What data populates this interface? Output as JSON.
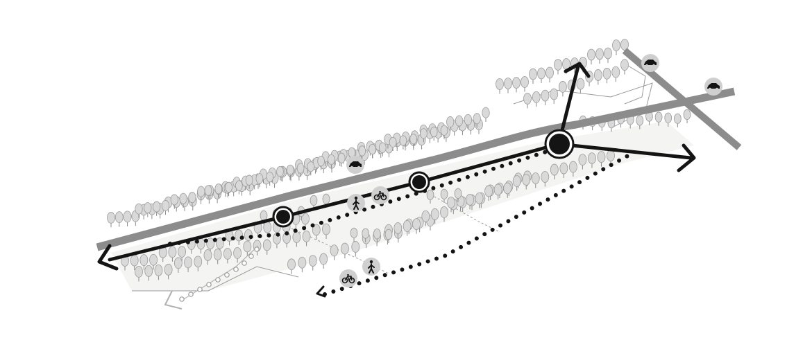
{
  "diagram": {
    "type": "site-circulation-axonometric",
    "legend_modes": [
      "car-icon",
      "pedestrian-icon",
      "bicycle-icon"
    ],
    "colors": {
      "background": "#ffffff",
      "road": "#8c8c8c",
      "main_route": "#141414",
      "dotted_route": "#141414",
      "trees": "#d9d9d9",
      "icon_badge": "#cfcfcf"
    },
    "nodes": [
      {
        "name": "node-west",
        "size": "small"
      },
      {
        "name": "node-middle",
        "size": "small"
      },
      {
        "name": "node-east-hub",
        "size": "large"
      }
    ],
    "routes": [
      {
        "name": "main-solid-route",
        "style": "solid"
      },
      {
        "name": "upper-dotted-route",
        "style": "dotted"
      },
      {
        "name": "lower-dotted-route",
        "style": "dotted"
      },
      {
        "name": "faint-dotted-route",
        "style": "hollow-dots"
      }
    ],
    "icons": [
      {
        "name": "car-icon",
        "where": "along-road-middle"
      },
      {
        "name": "car-icon",
        "where": "top-right-road"
      },
      {
        "name": "car-icon",
        "where": "cross-road"
      },
      {
        "name": "pedestrian-icon",
        "where": "upper-dotted-route"
      },
      {
        "name": "bicycle-icon",
        "where": "upper-dotted-route"
      },
      {
        "name": "pedestrian-icon",
        "where": "lower-dotted-route"
      },
      {
        "name": "bicycle-icon",
        "where": "lower-dotted-route"
      }
    ]
  }
}
